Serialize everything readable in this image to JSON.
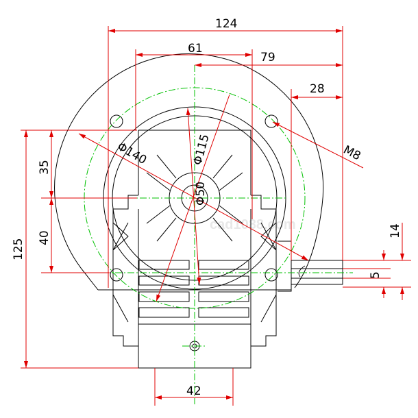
{
  "drawing": {
    "watermark": "cad1088.com",
    "dimensions": {
      "overall_width": "124",
      "housing_width": "61",
      "shaft_offset": "79",
      "shaft_length": "28",
      "thread": "M8",
      "pcd": "Φ140",
      "flange_dia": "Φ115",
      "bore_dia": "Φ50",
      "upper_height": "35",
      "lower_height": "40",
      "total_height": "125",
      "shaft_dia": "14",
      "key_width": "5",
      "base_width": "42"
    },
    "colors": {
      "outline": "#000000",
      "dimension": "#e00000",
      "centerline": "#00c000"
    }
  }
}
